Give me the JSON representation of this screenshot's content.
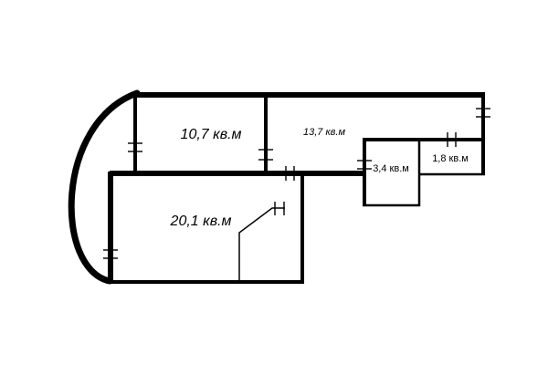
{
  "floor_plan": {
    "rooms": [
      {
        "id": "room-a",
        "area_label": "10,7 кв.м"
      },
      {
        "id": "room-b",
        "area_label": "13,7 кв.м"
      },
      {
        "id": "room-c",
        "area_label": "3,4 кв.м"
      },
      {
        "id": "room-d",
        "area_label": "1,8 кв.м"
      },
      {
        "id": "room-e",
        "area_label": "20,1 кв.м"
      }
    ]
  }
}
